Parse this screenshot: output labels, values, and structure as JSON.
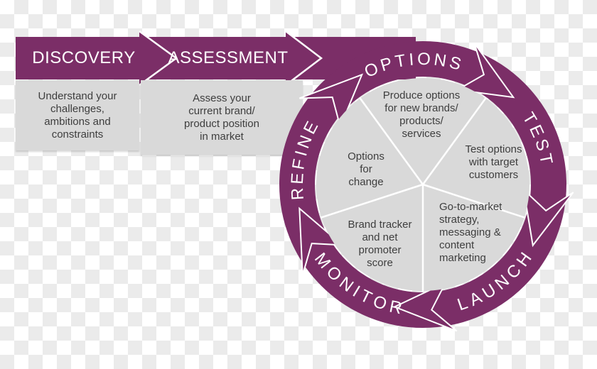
{
  "flow": {
    "steps": [
      {
        "label": "DISCOVERY",
        "description": "Understand your\nchallenges,\nambitions and\nconstraints"
      },
      {
        "label": "ASSESSMENT",
        "description": "Assess your\ncurrent brand/\nproduct position\nin market"
      }
    ]
  },
  "cycle": {
    "stages": [
      {
        "label": "OPTIONS",
        "description": "Produce options\nfor new brands/\nproducts/\nservices"
      },
      {
        "label": "TEST",
        "description": "Test options\nwith target\ncustomers"
      },
      {
        "label": "LAUNCH",
        "description": "Go-to-market\nstrategy,\nmessaging &\ncontent\nmarketing"
      },
      {
        "label": "MONITOR",
        "description": "Brand tracker\nand net\npromoter\nscore"
      },
      {
        "label": "REFINE",
        "description": "Options\nfor\nchange"
      }
    ]
  },
  "colors": {
    "purple": "#7b2e67",
    "panel_gray": "#d9d9d9",
    "text_dark": "#3e3e3e",
    "outline_white": "#ffffff",
    "checker_light": "#ebebeb"
  }
}
